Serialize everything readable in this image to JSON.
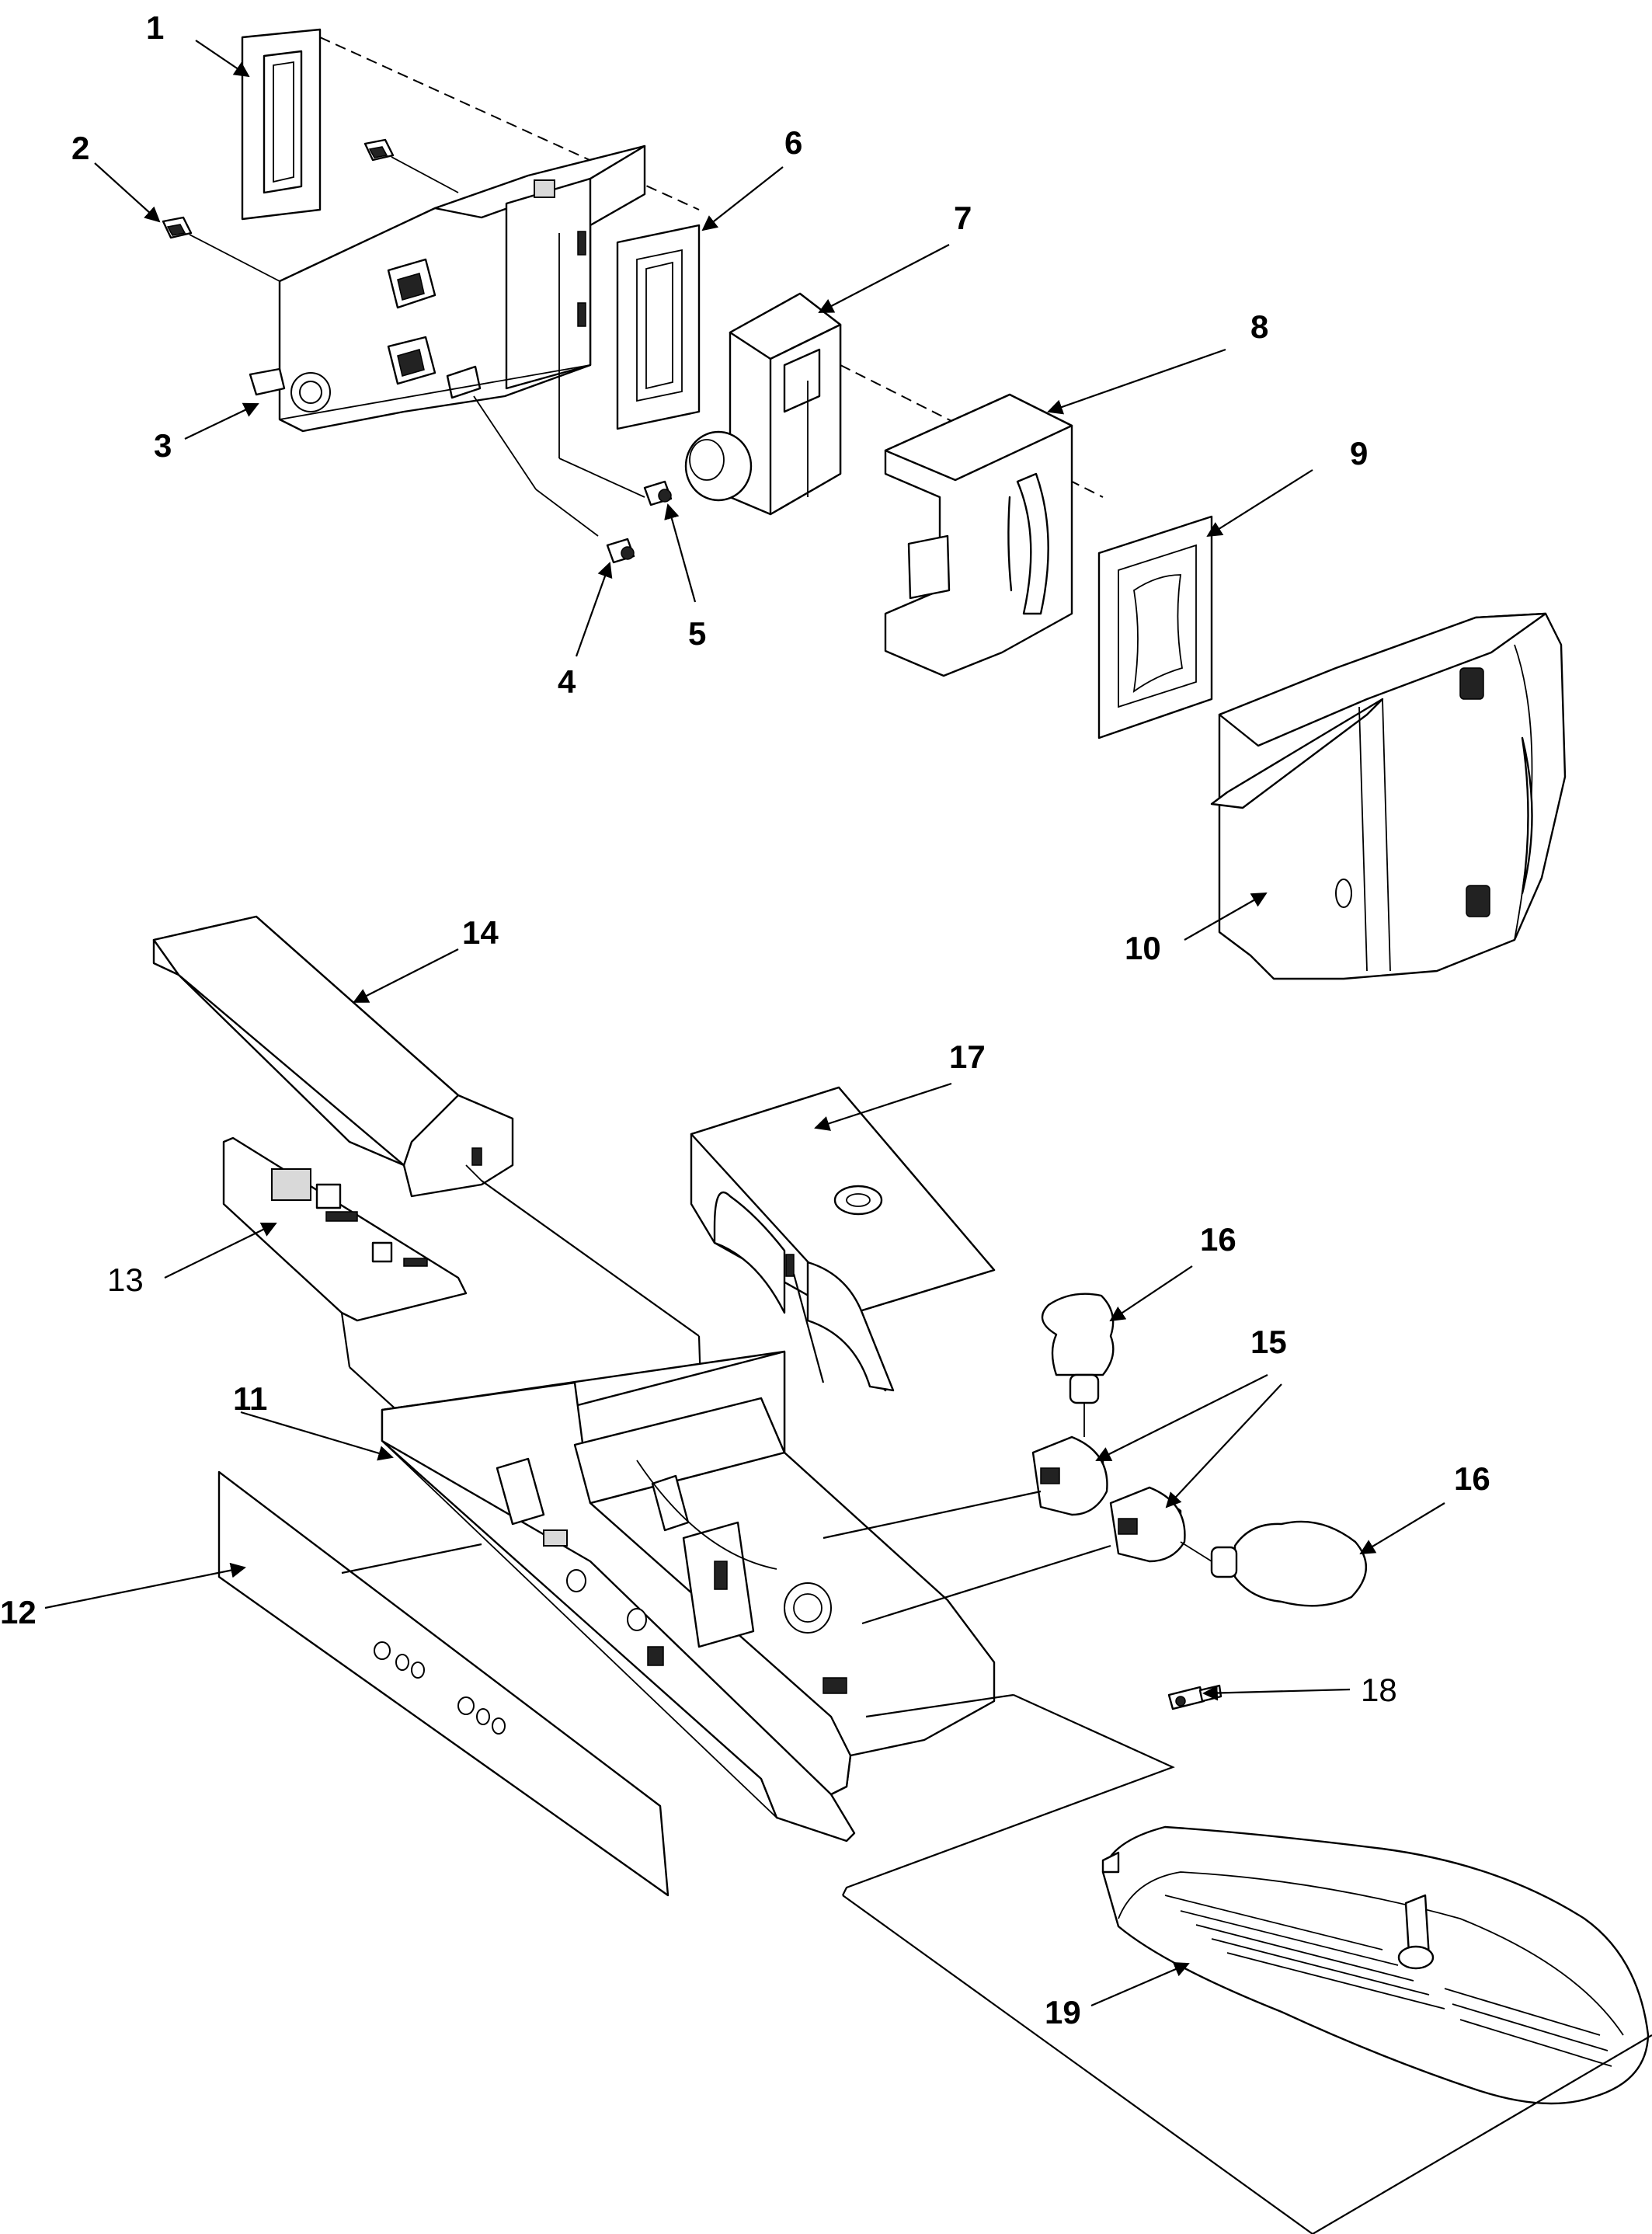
{
  "callouts": {
    "c1": "1",
    "c2": "2",
    "c3": "3",
    "c4": "4",
    "c5": "5",
    "c6": "6",
    "c7": "7",
    "c8": "8",
    "c9": "9",
    "c10": "10",
    "c11": "11",
    "c12": "12",
    "c13": "13",
    "c14": "14",
    "c15": "15",
    "c16a": "16",
    "c16b": "16",
    "c17": "17",
    "c18": "18",
    "c19": "19"
  },
  "colors": {
    "line": "#000000",
    "background": "#ffffff"
  }
}
